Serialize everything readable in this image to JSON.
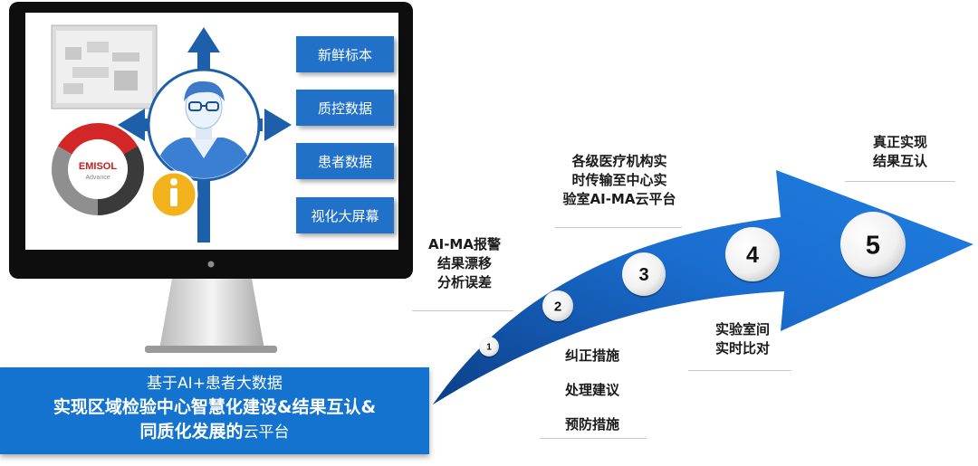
{
  "monitor_tags": [
    "新鲜标本",
    "质控数据",
    "患者数据",
    "视化大屏幕"
  ],
  "emisol_logo": {
    "brand": "EMISOL",
    "sub": "Advance"
  },
  "steps": [
    "1",
    "2",
    "3",
    "4",
    "5"
  ],
  "annotations": {
    "step2": [
      "AI-MA报警",
      "结果漂移",
      "分析误差"
    ],
    "step3_top": [
      "各级医疗机构实",
      "时传输至中心实",
      "验室AI-MA云平台"
    ],
    "step3_bottom": [
      "纠正措施",
      "处理建议",
      "预防措施"
    ],
    "step4": [
      "实验室间",
      "实时比对"
    ],
    "step5": [
      "真正实现",
      "结果互认"
    ]
  },
  "banner": {
    "line1": "基于AI+患者大数据",
    "line2": "实现区域检验中心智慧化建设&结果互认&",
    "line3_bold": "同质化发展的",
    "line3_rest": "云平台"
  },
  "colors": {
    "arrow": "#1565c8",
    "tag": "#2271c8",
    "banner": "#1473ce",
    "dark_arrow": "#1d5fa8"
  }
}
